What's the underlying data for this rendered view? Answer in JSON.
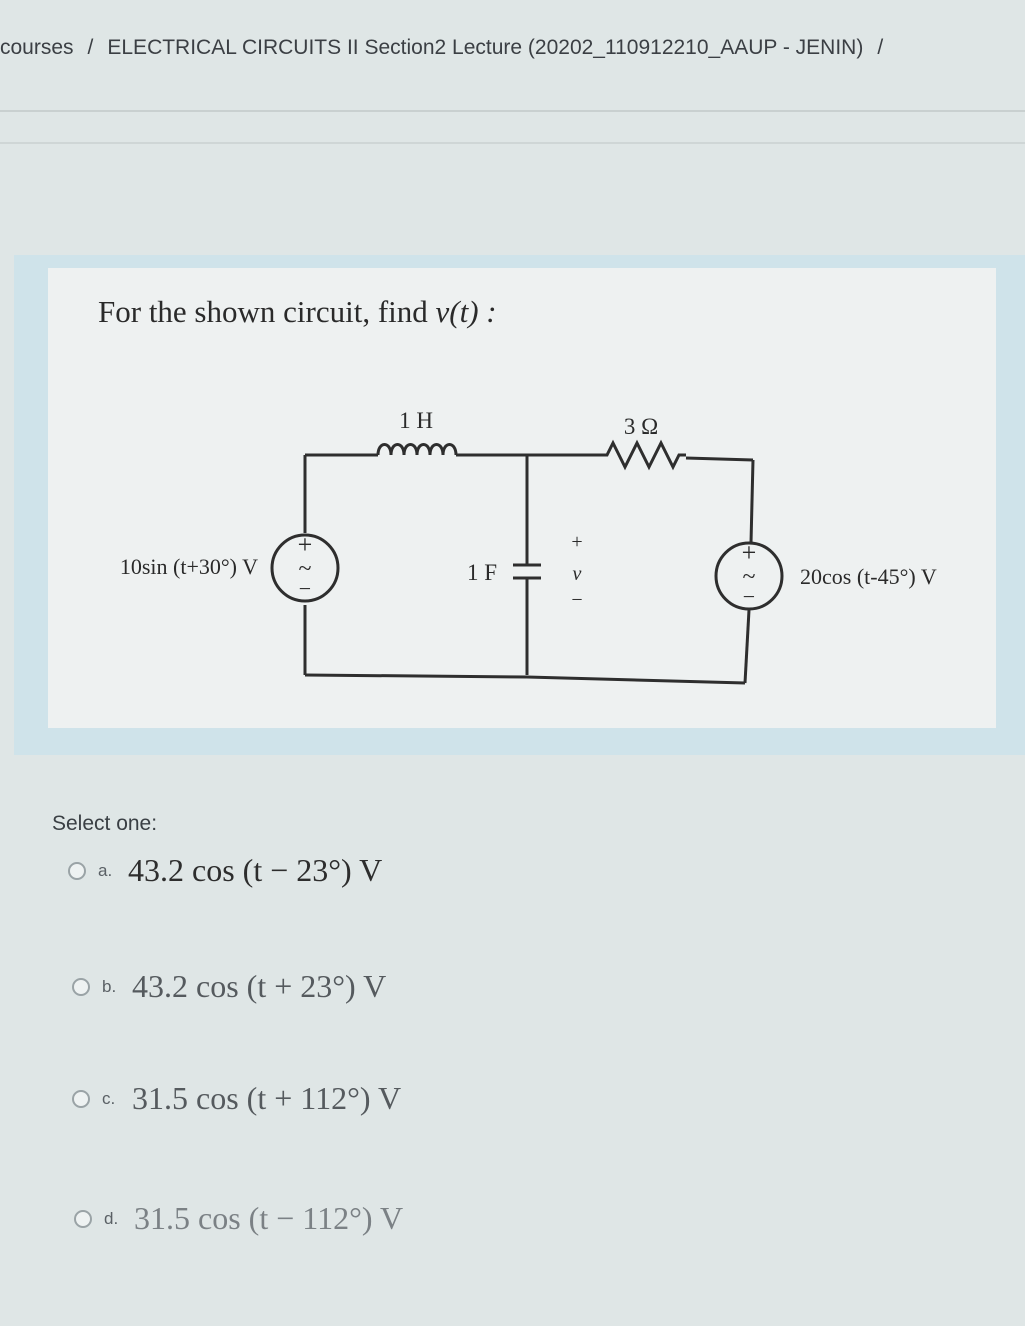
{
  "breadcrumb": {
    "items": [
      "courses",
      "ELECTRICAL CIRCUITS II Section2 Lecture (20202_110912210_AAUP - JENIN)"
    ],
    "separator": "/"
  },
  "question": {
    "text_prefix": "For the shown circuit, find ",
    "variable": "v(t)",
    "text_suffix": " :"
  },
  "circuit": {
    "inductor_label": "1 H",
    "resistor_label": "3 Ω",
    "capacitor_label": "1 F",
    "left_source_label": "10sin (t+30°) V",
    "right_source_label": "20cos (t-45°) V",
    "voltage_label": "v",
    "plus": "+",
    "minus": "−",
    "ac_symbol": "~"
  },
  "answers": {
    "prompt": "Select one:",
    "options": [
      {
        "letter": "a.",
        "text": "43.2 cos (t − 23°) V"
      },
      {
        "letter": "b.",
        "text": "43.2 cos (t + 23°) V"
      },
      {
        "letter": "c.",
        "text": "31.5 cos (t + 112°) V"
      },
      {
        "letter": "d.",
        "text": "31.5 cos (t − 112°) V"
      }
    ]
  }
}
